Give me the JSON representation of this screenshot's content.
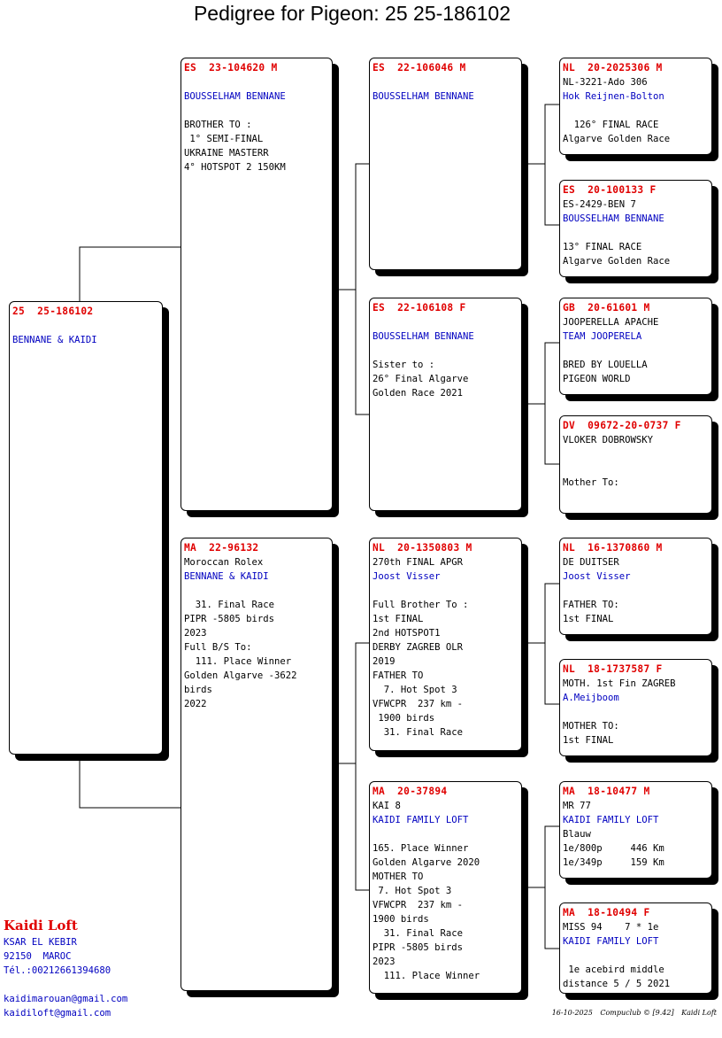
{
  "title": "Pedigree for Pigeon: 25  25-186102",
  "colors": {
    "ring": "#e00000",
    "owner": "#0000c0",
    "text": "#000000"
  },
  "pigeons": {
    "subject": {
      "ring": "25  25-186102",
      "name": "",
      "owner": "BENNANE & KAIDI",
      "notes": []
    },
    "sire": {
      "ring": "ES  23-104620 M",
      "name": "",
      "owner": "BOUSSELHAM BENNANE",
      "notes": [
        "BROTHER TO :",
        " 1° SEMI-FINAL",
        "UKRAINE MASTERR",
        "4° HOTSPOT 2 150KM"
      ]
    },
    "dam": {
      "ring": "MA  22-96132",
      "name": "Moroccan Rolex",
      "owner": "BENNANE & KAIDI",
      "notes": [
        "  31. Final Race",
        "PIPR -5805 birds",
        "2023",
        "Full B/S To:",
        "  111. Place Winner",
        "Golden Algarve -3622",
        "birds",
        "2022"
      ]
    },
    "sire_sire": {
      "ring": "ES  22-106046 M",
      "name": "",
      "owner": "BOUSSELHAM BENNANE",
      "notes": []
    },
    "sire_dam": {
      "ring": "ES  22-106108 F",
      "name": "",
      "owner": "BOUSSELHAM BENNANE",
      "notes": [
        "Sister to :",
        "26° Final Algarve",
        "Golden Race 2021"
      ]
    },
    "dam_sire": {
      "ring": "NL  20-1350803 M",
      "name": "270th FINAL APGR",
      "owner": "Joost Visser",
      "notes": [
        "Full Brother To :",
        "1st FINAL",
        "2nd HOTSPOT1",
        "DERBY ZAGREB OLR",
        "2019",
        "FATHER TO",
        "  7. Hot Spot 3",
        "VFWCPR  237 km -",
        " 1900 birds",
        "  31. Final Race"
      ]
    },
    "dam_dam": {
      "ring": "MA  20-37894",
      "name": "KAI 8",
      "owner": "KAIDI FAMILY LOFT",
      "notes": [
        "165. Place Winner",
        "Golden Algarve 2020",
        "MOTHER TO",
        " 7. Hot Spot 3",
        "VFWCPR  237 km -",
        "1900 birds",
        "  31. Final Race",
        "PIPR -5805 birds",
        "2023",
        "  111. Place Winner"
      ]
    },
    "sss": {
      "ring": "NL  20-2025306 M",
      "name": "NL-3221-Ado 306",
      "owner": "Hok Reijnen-Bolton",
      "notes": [
        "",
        "  126° FINAL RACE",
        "Algarve Golden Race"
      ]
    },
    "ssd": {
      "ring": "ES  20-100133 F",
      "name": "ES-2429-BEN 7",
      "owner": "BOUSSELHAM BENNANE",
      "notes": [
        "",
        "13° FINAL RACE",
        "Algarve Golden Race"
      ]
    },
    "sds": {
      "ring": "GB  20-61601 M",
      "name": "JOOPERELLA APACHE",
      "owner": "TEAM JOOPERELA",
      "notes": [
        "",
        "BRED BY LOUELLA",
        "PIGEON WORLD"
      ]
    },
    "sdd": {
      "ring": "DV  09672-20-0737 F",
      "name": "VLOKER DOBROWSKY",
      "owner": "",
      "notes": [
        "",
        "Mother To:"
      ]
    },
    "dss": {
      "ring": "NL  16-1370860 M",
      "name": "DE DUITSER",
      "owner": "Joost Visser",
      "notes": [
        "",
        "FATHER TO:",
        "1st FINAL"
      ]
    },
    "dsd": {
      "ring": "NL  18-1737587 F",
      "name": "MOTH. 1st Fin ZAGREB",
      "owner": "A.Meijboom",
      "notes": [
        "",
        "MOTHER TO:",
        "1st FINAL"
      ]
    },
    "dds": {
      "ring": "MA  18-10477 M",
      "name": "MR 77",
      "owner": "KAIDI FAMILY LOFT",
      "notes": [
        "Blauw",
        "1e/800p     446 Km",
        "1e/349p     159 Km"
      ]
    },
    "ddd": {
      "ring": "MA  18-10494 F",
      "name": "MISS 94    7 * 1e",
      "owner": "KAIDI FAMILY LOFT",
      "notes": [
        "",
        " 1e acebird middle",
        "distance 5 / 5 2021"
      ]
    }
  },
  "breeder": {
    "name": "Kaidi Loft",
    "address": [
      "KSAR EL KEBIR",
      "92150  MAROC",
      "Tél.:00212661394680"
    ],
    "emails": [
      "kaidimarouan@gmail.com",
      "kaidiloft@gmail.com"
    ]
  },
  "footer": {
    "date": "16-10-2025",
    "software": "Compuclub © [9.42]",
    "loft": "Kaidi Loft"
  }
}
